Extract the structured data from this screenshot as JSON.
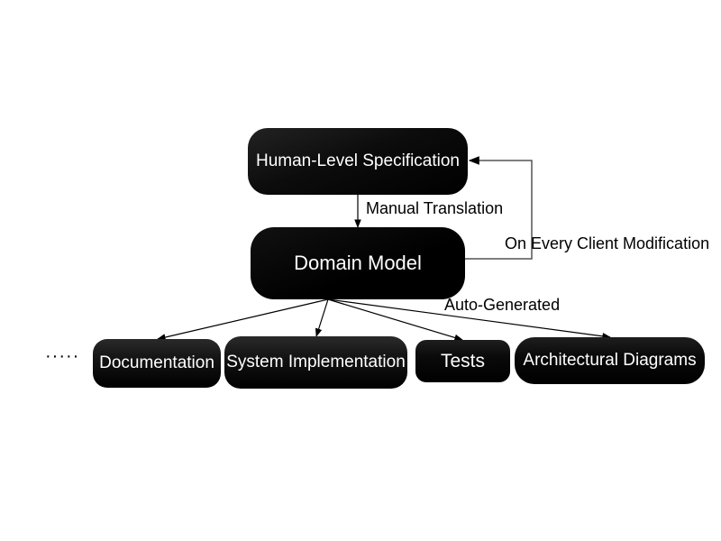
{
  "diagram": {
    "nodes": {
      "spec": "Human-Level Specification",
      "domain": "Domain Model",
      "documentation": "Documentation",
      "system": "System Implementation",
      "tests": "Tests",
      "architecture": "Architectural Diagrams"
    },
    "edge_labels": {
      "manual": "Manual Translation",
      "feedback": "On Every Client Modification",
      "auto": "Auto-Generated"
    },
    "ellipsis": "·····",
    "edges": [
      {
        "from": "spec",
        "to": "domain",
        "label": "Manual Translation"
      },
      {
        "from": "domain",
        "to": "spec",
        "label": "On Every Client Modification"
      },
      {
        "from": "domain",
        "to": "documentation",
        "label": "Auto-Generated"
      },
      {
        "from": "domain",
        "to": "system",
        "label": "Auto-Generated"
      },
      {
        "from": "domain",
        "to": "tests",
        "label": "Auto-Generated"
      },
      {
        "from": "domain",
        "to": "architecture",
        "label": "Auto-Generated"
      }
    ],
    "colors": {
      "node_fill": "#000000",
      "node_text": "#ffffff",
      "line": "#000000",
      "feedback_line": "#555555"
    }
  }
}
